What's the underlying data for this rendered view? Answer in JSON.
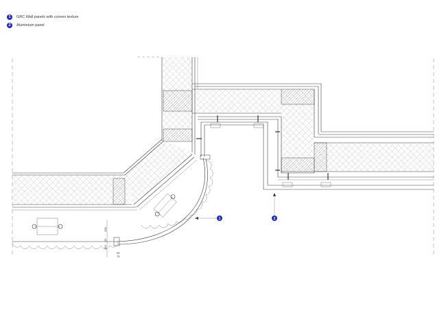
{
  "legend": {
    "items": [
      {
        "number": "1",
        "label": "GRC Wall panels with convex texture"
      },
      {
        "number": "2",
        "label": "Aluminium panel"
      }
    ]
  },
  "callouts": [
    {
      "number": "1"
    },
    {
      "number": "2"
    }
  ],
  "dimensions": {
    "d1": "100",
    "d2": "25",
    "d3": "150",
    "d4": "55",
    "d5": "75"
  },
  "colors": {
    "badge": "#1f2bb8",
    "line": "#3a3a3a"
  }
}
